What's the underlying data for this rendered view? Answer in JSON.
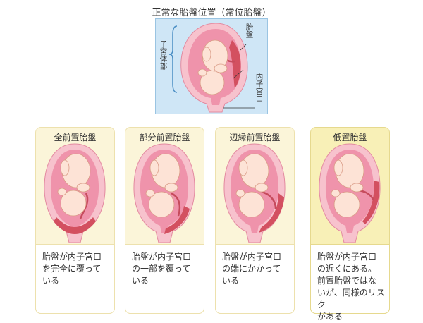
{
  "title": "正常な胎盤位置（常位胎盤）",
  "normal": {
    "uterus_body_label": "子宮体部",
    "placenta_label": "胎盤",
    "os_label": "内子宮口"
  },
  "cards": [
    {
      "heading": "全前置胎盤",
      "description": "胎盤が内子宮口\nを完全に覆って\nいる"
    },
    {
      "heading": "部分前置胎盤",
      "description": "胎盤が内子宮口\nの一部を覆って\nいる"
    },
    {
      "heading": "辺縁前置胎盤",
      "description": "胎盤が内子宮口\nの端にかかって\nいる"
    },
    {
      "heading": "低置胎盤",
      "description": "胎盤が内子宮口\nの近くにある。\n前置胎盤ではな\nいが、同様のリスク\nがある"
    }
  ],
  "colors": {
    "uterus_wall": "#f7c2cd",
    "uterus_cavity": "#ef93ab",
    "placenta": "#d35060",
    "fetus_skin": "#fde3d6",
    "card_bg": "#fbf5d9",
    "card_bg_highlight": "#f8f0b7",
    "panel_bg": "#cfe6f6"
  }
}
